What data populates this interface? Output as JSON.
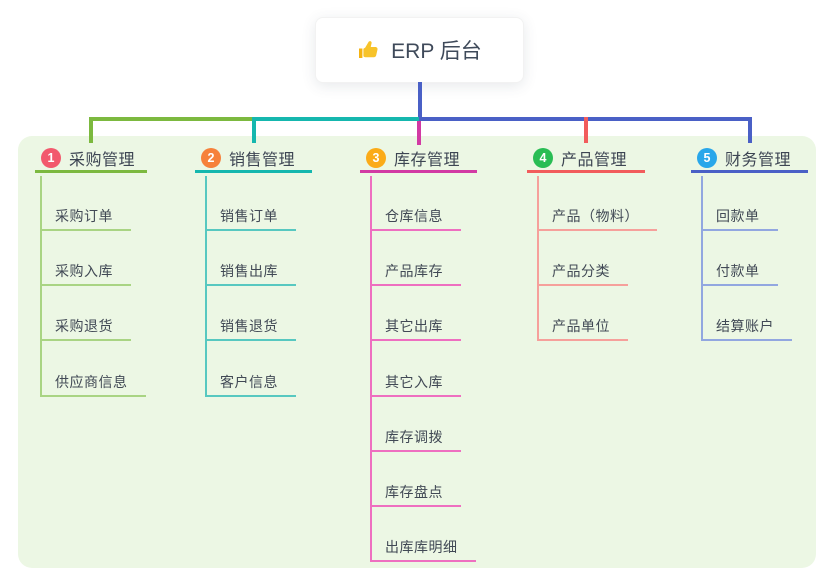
{
  "root": {
    "label": "ERP 后台",
    "icon": "thumbs-up-icon"
  },
  "colors": {
    "page_bg": "#ffffff",
    "panel_bg": "#ecf7e4",
    "root_connector": "#4a60c6",
    "title_text": "#3d4553",
    "child_text": "#414955",
    "root_text": "#3f4a5a",
    "icon_gold": "#f5b312"
  },
  "branches": [
    {
      "badge": "1",
      "title": "采购管理",
      "badge_color": "#f2596d",
      "line_color": "#7cb93f",
      "child_line_color": "#a9d483",
      "children": [
        "采购订单",
        "采购入库",
        "采购退货",
        "供应商信息"
      ]
    },
    {
      "badge": "2",
      "title": "销售管理",
      "badge_color": "#f6813b",
      "line_color": "#15b7ae",
      "child_line_color": "#57c8c0",
      "children": [
        "销售订单",
        "销售出库",
        "销售退货",
        "客户信息"
      ]
    },
    {
      "badge": "3",
      "title": "库存管理",
      "badge_color": "#fbab18",
      "line_color": "#d23aa4",
      "child_line_color": "#ee6fc0",
      "children": [
        "仓库信息",
        "产品库存",
        "其它出库",
        "其它入库",
        "库存调拨",
        "库存盘点",
        "出库库明细"
      ]
    },
    {
      "badge": "4",
      "title": "产品管理",
      "badge_color": "#29bd54",
      "line_color": "#f25c5c",
      "child_line_color": "#f6a09b",
      "children": [
        "产品（物料）",
        "产品分类",
        "产品单位"
      ]
    },
    {
      "badge": "5",
      "title": "财务管理",
      "badge_color": "#29a7ea",
      "line_color": "#4a60c6",
      "child_line_color": "#92a7e0",
      "children": [
        "回款单",
        "付款单",
        "结算账户"
      ]
    }
  ]
}
